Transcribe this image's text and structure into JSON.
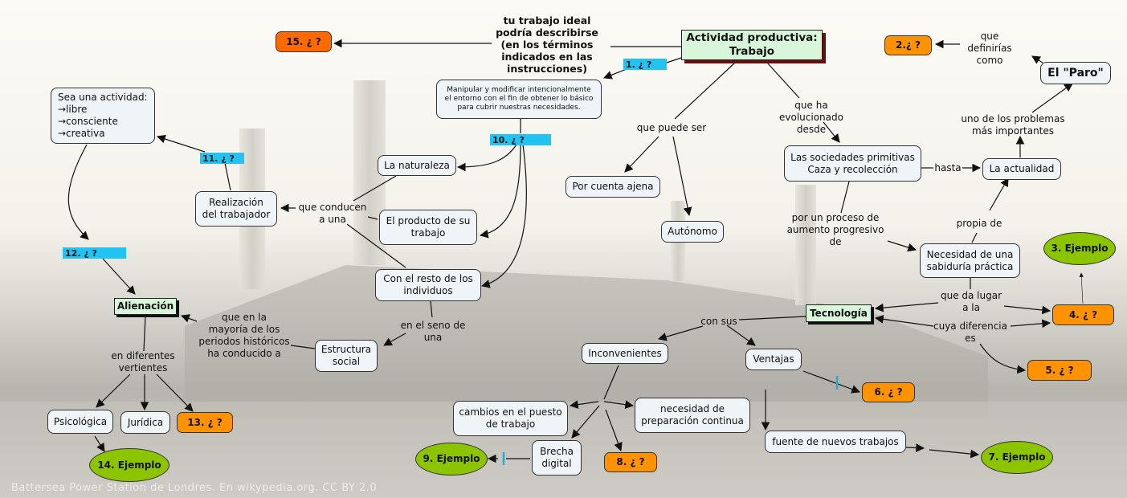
{
  "map": {
    "main_concept": "Actividad productiva:\nTrabajo",
    "definition": "Manipular y modificar intencionalmente\nel entorno con el fin de obtener lo básico\npara cubrir nuestras necesidades.",
    "nodes": {
      "q15": "15. ¿   ?",
      "q1": "1. ¿     ?",
      "q2": "2.¿    ?",
      "paro": "El \"Paro\"",
      "actividad_libre": "Sea una actividad:\n→libre\n→consciente\n→creativa",
      "q11": "11. ¿   ?",
      "q10": "10. ¿         ?",
      "q12": "12. ¿         ?",
      "naturaleza": "La naturaleza",
      "realizacion": "Realización\ndel trabajador",
      "producto": "El producto de su\ntrabajo",
      "por_cuenta_ajena": "Por cuenta ajena",
      "autonomo": "Autónomo",
      "sociedades": "Las sociedades primitivas\nCaza y recolección",
      "actualidad": "La actualidad",
      "sabiduria": "Necesidad de una\nsabiduría práctica",
      "ej3": "3. Ejemplo",
      "resto_individuos": "Con el resto de los\nindividuos",
      "alienacion": "Alienación",
      "tecnologia": "Tecnología",
      "q4": "4. ¿        ?",
      "q5": "5. ¿        ?",
      "estructura": "Estructura\nsocial",
      "inconvenientes": "Inconvenientes",
      "ventajas": "Ventajas",
      "q6": "6. ¿    ?",
      "psicologica": "Psicológica",
      "juridica": "Jurídica",
      "q13": "13. ¿   ?",
      "cambios": "cambios en el puesto\nde trabajo",
      "preparacion": "necesidad  de\npreparación continua",
      "fuente": "fuente de nuevos trabajos",
      "ej14": "14. Ejemplo",
      "ej9": "9. Ejemplo",
      "brecha": "Brecha\ndigital",
      "q8": "8. ¿    ?",
      "ej7": "7. Ejemplo"
    },
    "links": {
      "ideal": "tu trabajo ideal\npodría describirse\n(en los términos\nindicados en las\ninstrucciones)",
      "definirias": "que definirías\ncomo",
      "evolucionado": "que ha evolucionado\ndesde",
      "problemas": "uno de los problemas\nmás importantes",
      "puede_ser": "que puede ser",
      "hasta": "hasta",
      "conducen": "que conducen\na una",
      "proceso": "por un proceso de\naumento progresivo\nde",
      "propia": "propia de",
      "da_lugar": "que da lugar\na la",
      "mayoria": "que en la\nmayoría de los\nperiodos históricos\nha conducido a",
      "seno": "en el seno de\nuna",
      "con_sus": "con sus",
      "diferencia": "cuya diferencia\nes",
      "vertientes": "en diferentes\nvertientes"
    },
    "caption": "Battersea Power Station de Londres. En wikypedia.org. CC BY 2.0",
    "colors": {
      "question_orange": "#ff9200",
      "question_dark_orange": "#ff6a00",
      "question_cyan": "#22c3f0",
      "example_green": "#8cc400",
      "main_green": "#d8f6da",
      "concept_fill": "#eef4f7"
    }
  }
}
